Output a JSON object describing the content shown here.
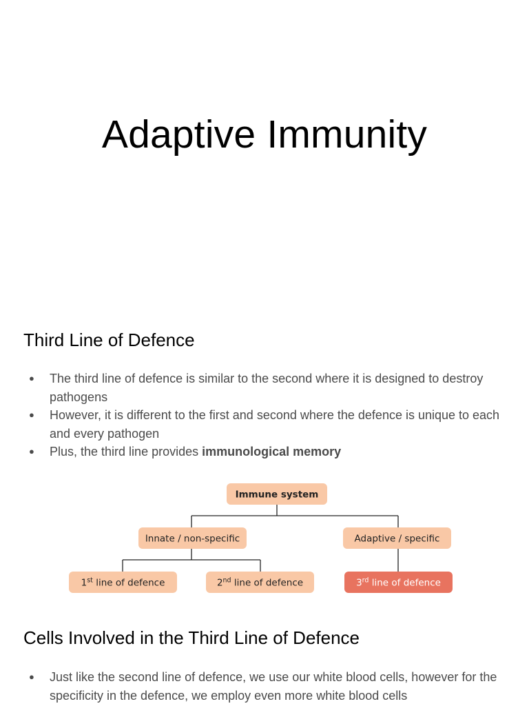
{
  "title": "Adaptive Immunity",
  "section1": {
    "heading": "Third Line of Defence",
    "bullets": [
      "The third line of defence is similar to the second where it is designed to destroy pathogens",
      "However, it is different to the first and second where the defence is unique to each and every pathogen"
    ],
    "bullet3_prefix": "Plus, the third line provides ",
    "bullet3_bold": "immunological memory"
  },
  "diagram": {
    "root": "Immune system",
    "innate": "Innate / non-specific",
    "adaptive": "Adaptive / specific",
    "line1": {
      "num": "1",
      "sup": "st",
      "rest": " line of defence"
    },
    "line2": {
      "num": "2",
      "sup": "nd",
      "rest": " line of defence"
    },
    "line3": {
      "num": "3",
      "sup": "rd",
      "rest": " line of defence"
    },
    "colors": {
      "node": "#f9c8a6",
      "highlight": "#e8735f",
      "connector": "#222222"
    }
  },
  "section2": {
    "heading": "Cells Involved in the Third Line of Defence",
    "bullets": [
      "Just like the second line of defence, we use our white blood cells, however for the specificity in the defence, we employ even more white blood cells"
    ]
  }
}
